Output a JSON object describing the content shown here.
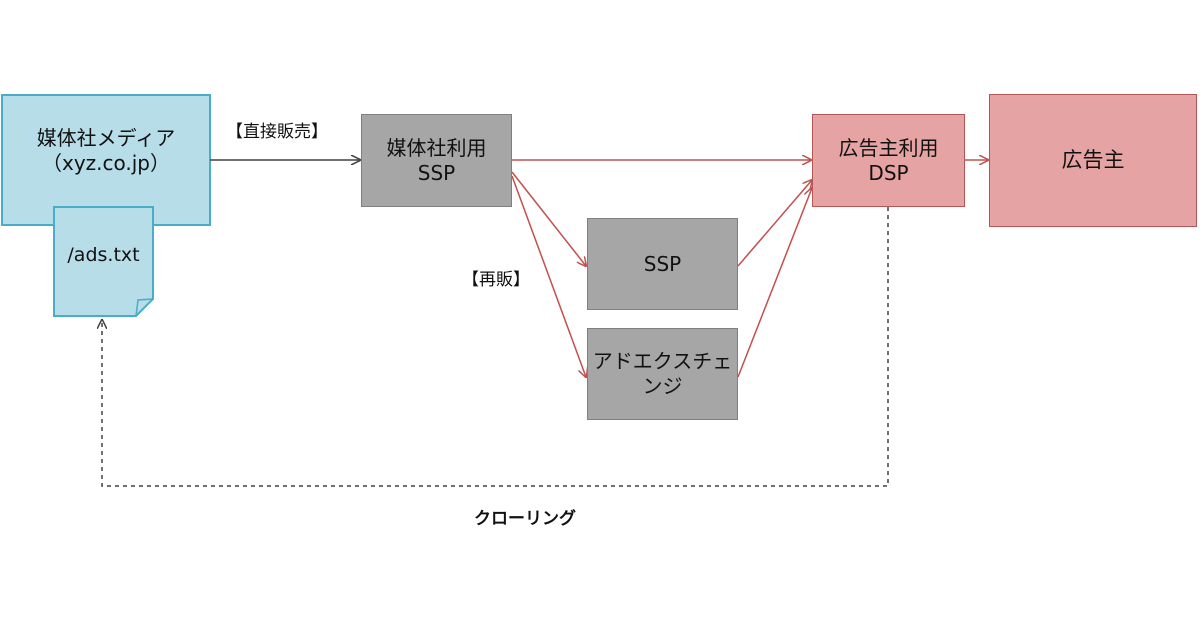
{
  "colors": {
    "publisher_fill": "#b7dde8",
    "publisher_border": "#4aacc6",
    "gray_fill": "#a6a6a6",
    "gray_border": "#7f7f7f",
    "red_fill": "#e6a3a3",
    "red_border": "#b55555",
    "arrow_red": "#c0504d",
    "arrow_dark": "#404040"
  },
  "nodes": {
    "publisher": {
      "line1": "媒体社メディア",
      "line2": "（xyz.co.jp）"
    },
    "ads_txt": {
      "label": "/ads.txt"
    },
    "pub_ssp": {
      "line1": "媒体社利用",
      "line2": "SSP"
    },
    "ssp": {
      "label": "SSP"
    },
    "ad_exchange": {
      "line1": "アドエクスチェ",
      "line2": "ンジ"
    },
    "adv_dsp": {
      "line1": "広告主利用",
      "line2": "DSP"
    },
    "advertiser": {
      "label": "広告主"
    }
  },
  "labels": {
    "direct_sales": "【直接販売】",
    "resale": "【再販】",
    "crawling": "クローリング"
  }
}
